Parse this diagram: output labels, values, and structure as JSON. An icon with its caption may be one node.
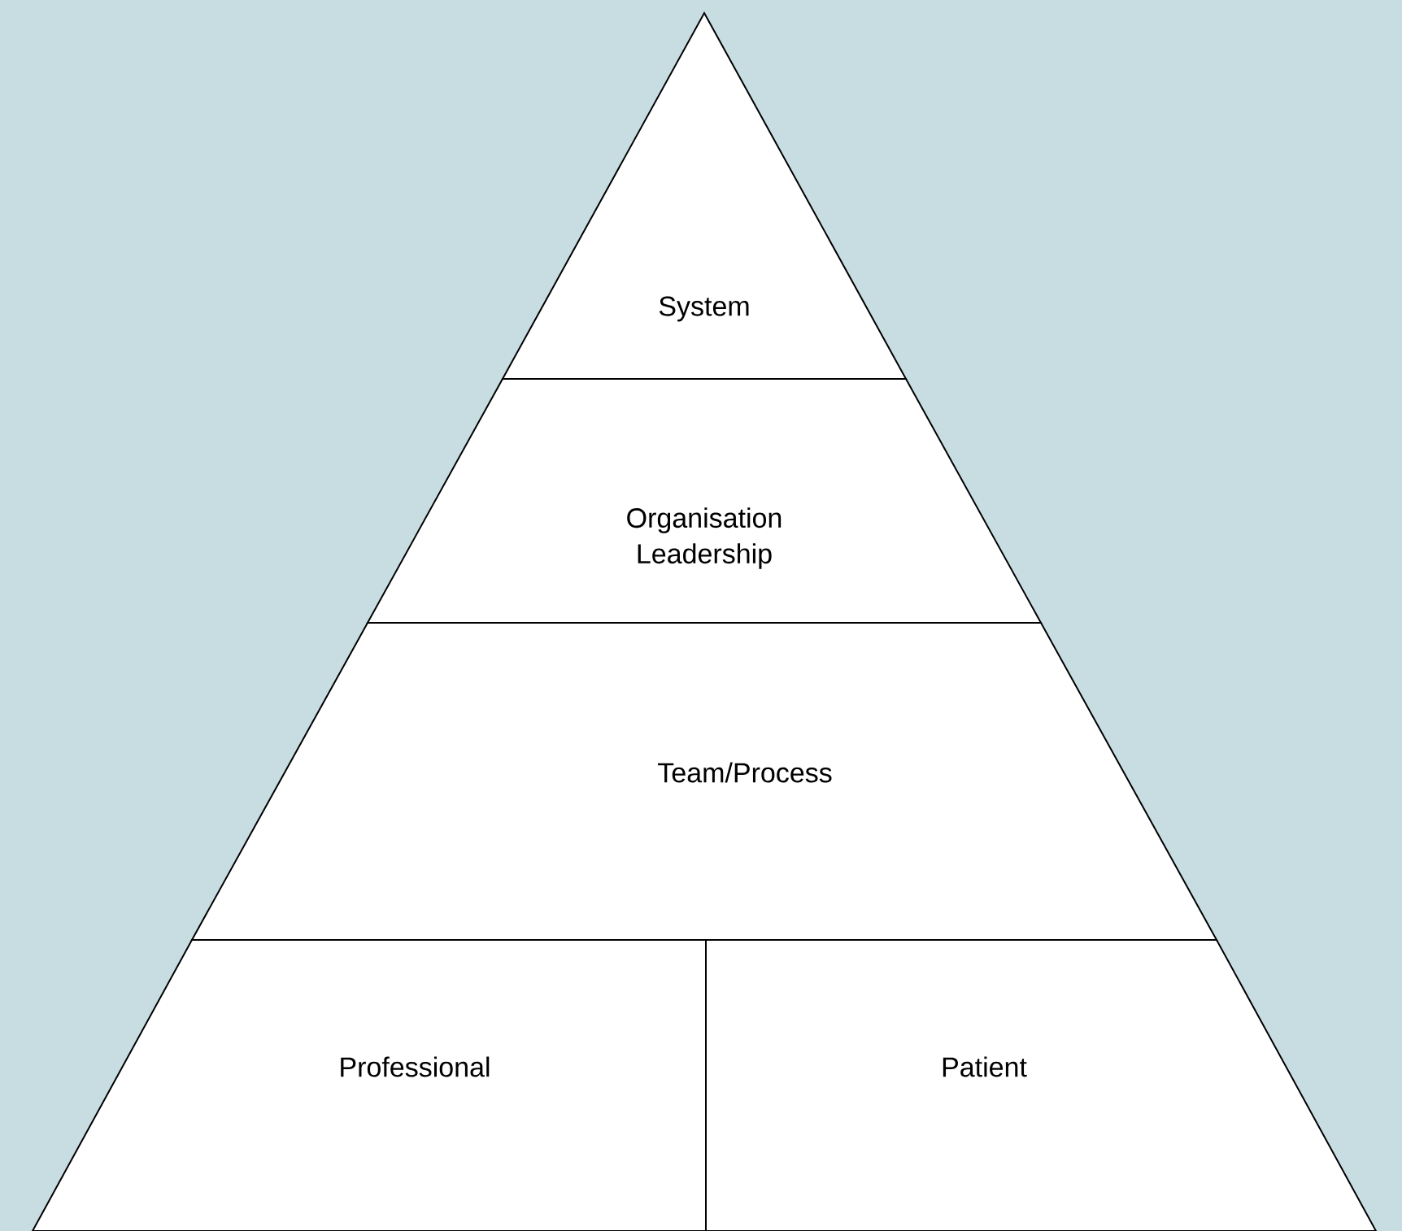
{
  "diagram": {
    "nodes": [
      {
        "text": [
          "System"
        ]
      },
      {
        "text": [
          "Organisation Leadership"
        ]
      },
      {
        "text": [
          "Team/Process"
        ]
      },
      {
        "text": [
          "Professional"
        ]
      },
      {
        "text": [
          "Patient"
        ]
      }
    ]
  }
}
